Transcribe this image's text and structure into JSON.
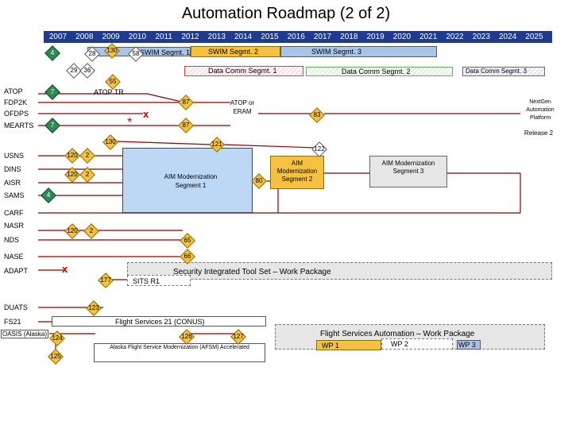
{
  "title": "Automation Roadmap (2 of 2)",
  "years": [
    "2007",
    "2008",
    "2009",
    "2010",
    "2011",
    "2012",
    "2013",
    "2014",
    "2015",
    "2016",
    "2017",
    "2018",
    "2019",
    "2020",
    "2021",
    "2022",
    "2023",
    "2024",
    "2025"
  ],
  "systems": {
    "atop": "ATOP",
    "fdp2k": "FDP2K",
    "ofdps": "OFDPS",
    "mearts": "MEARTS",
    "usns": "USNS",
    "dins": "DINS",
    "aisr": "AISR",
    "sams": "SAMS",
    "carf": "CARF",
    "nasr": "NASR",
    "nds": "NDS",
    "nase": "NASE",
    "adapt": "ADAPT",
    "duats": "DUATS",
    "fs21": "FS21",
    "oasis": "OASIS (Alaska)"
  },
  "segments": {
    "swim1": "SWIM Segmt. 1",
    "swim2": "SWIM Segmt. 2",
    "swim3": "SWIM Segmt. 3",
    "datacomm1": "Data Comm Segmt. 1",
    "datacomm2": "Data Comm Segmt. 2",
    "datacomm3": "Data Comm Segmt. 3",
    "atop_tr": "ATOP TR",
    "atop_eram": "ATOP or ERAM",
    "nextgen": "NextGen Automation Platform",
    "release2": "Release 2",
    "aim1": "AIM Modernization Segment 1",
    "aim2": "AIM Modernization Segment 2",
    "aim3": "AIM Modernization Segment 3",
    "sits_r1": "SITS R1",
    "security_wp": "Security Integrated Tool Set – Work Package",
    "fs21_bar": "Flight Services 21 (CONUS)",
    "afsm": "Alaska Flight Service Modernization (AFSM) Accelerated",
    "fsa_wp": "Flight Services Automation – Work Package",
    "wp1": "WP 1",
    "wp2": "WP 2",
    "wp3": "WP 3"
  },
  "decisions": {
    "d4_top": "4",
    "d28": "28",
    "d130_top": "130",
    "d58": "58",
    "d29": "29",
    "d36": "36",
    "d55": "55",
    "d7_atop": "7",
    "d87_a": "87",
    "d83": "83",
    "d7_mearts": "7",
    "d87_b": "87",
    "d130_mid": "130",
    "d121": "121",
    "d122": "122",
    "d120_a": "120",
    "d2_a": "2",
    "d120_b": "120",
    "d2_b": "2",
    "d80": "80",
    "d4_sams": "4",
    "d120_c": "120",
    "d2_c": "2",
    "d65": "65",
    "d66": "66",
    "d177": "177",
    "d123": "123",
    "d124": "124",
    "d126": "126",
    "d127": "127",
    "d125": "125"
  },
  "colors": {
    "year_bar": "#1f3a93",
    "aim_blue": "#bcd8f5",
    "swim_blue": "#a9c4e6",
    "gold": "#f6c143",
    "green": "#2e8b57",
    "red": "#cc0000",
    "gray_box": "#e6e6e6"
  }
}
